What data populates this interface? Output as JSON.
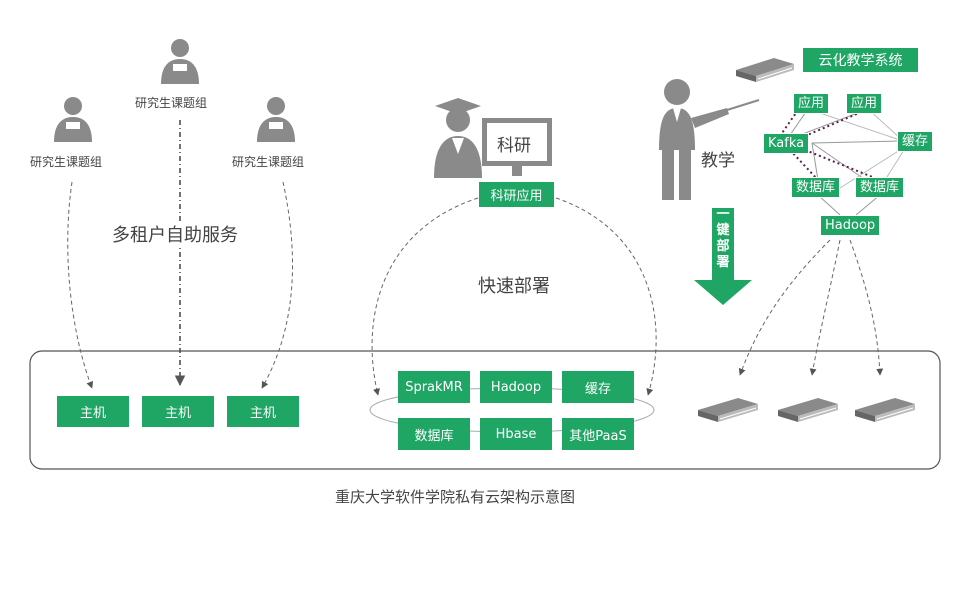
{
  "left": {
    "group_label": "研究生课题组",
    "service_label": "多租户自助服务",
    "host_label": "主机"
  },
  "middle": {
    "screen_label": "科研",
    "app_label": "科研应用",
    "deploy_label": "快速部署",
    "services": [
      "SprakMR",
      "Hadoop",
      "缓存",
      "数据库",
      "Hbase",
      "其他PaaS"
    ]
  },
  "right": {
    "system_label": "云化教学系统",
    "teach_label": "教学",
    "oneclick_label": "一键部署",
    "nodes": {
      "app1": "应用",
      "app2": "应用",
      "kafka": "Kafka",
      "cache": "缓存",
      "db1": "数据库",
      "db2": "数据库",
      "hadoop": "Hadoop"
    }
  },
  "caption": "重庆大学软件学院私有云架构示意图",
  "colors": {
    "green": "#1fa564",
    "gray": "#8a8a8a",
    "dark": "#444444"
  },
  "icons": [
    "person-icon",
    "teacher-icon",
    "monitor-icon",
    "book-icon",
    "down-arrow-icon"
  ]
}
